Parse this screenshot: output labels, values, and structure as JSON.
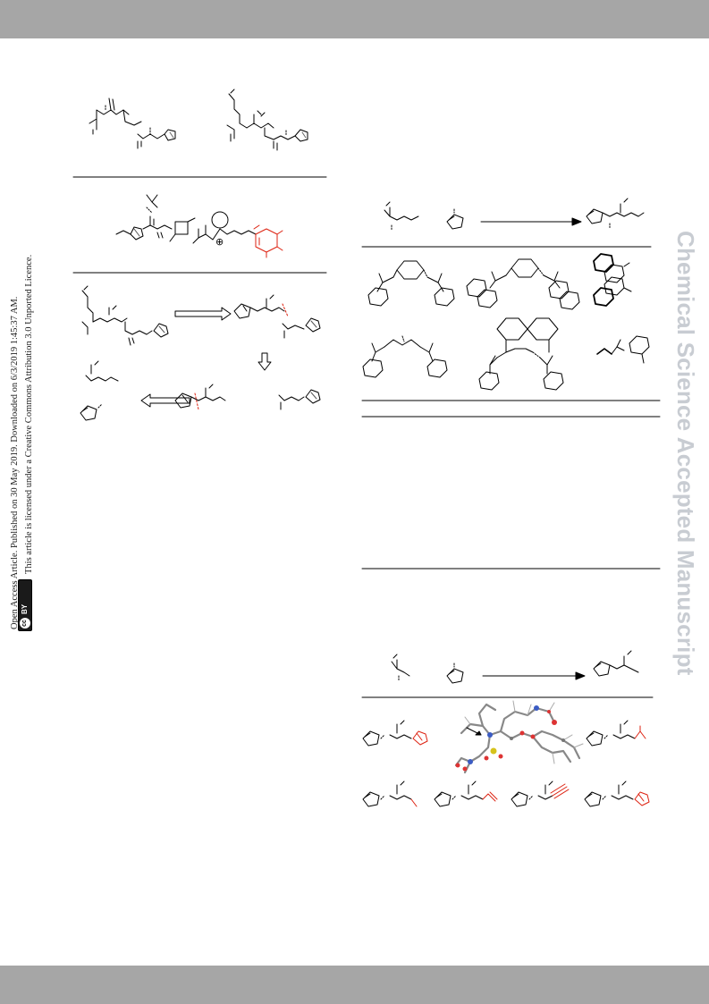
{
  "license": {
    "line1": "Open Access Article. Published on 30 May 2019. Downloaded on 6/3/2019 1:45:37 AM.",
    "line2": "This article is licensed under a Creative Commons Attribution 3.0 Unported Licence.",
    "badge_cc": "cc",
    "badge_by": "BY"
  },
  "watermark": "Chemical Science Accepted Manuscript",
  "labels": {
    "charge": "⊕"
  }
}
